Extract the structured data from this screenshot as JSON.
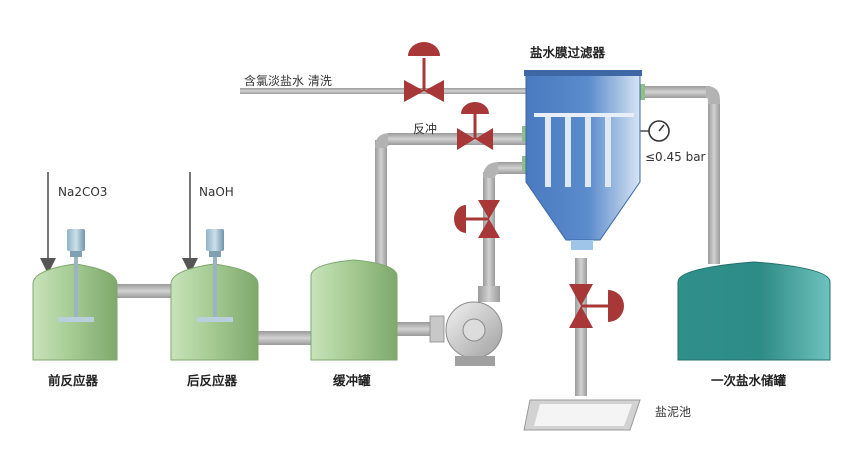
{
  "labels": {
    "pre_reactor": "前反应器",
    "post_reactor": "后反应器",
    "buffer_tank": "缓冲罐",
    "filter": "盐水膜过滤器",
    "storage_tank": "一次盐水储罐",
    "chlorine_brine": "含氯淡盐水   清洗",
    "backflush": "反冲",
    "pressure": "≤0.45 bar",
    "sludge_pool": "盐泥池",
    "na2co3": "Na2CO3",
    "naoh": "NaOH"
  },
  "colors": {
    "tank_green": "#a6cc94",
    "storage_teal": "#2e8c87",
    "filter_blue": "#4a7ac0",
    "valve_red": "#a83737",
    "pipe_gray": "#b3b3b3"
  }
}
